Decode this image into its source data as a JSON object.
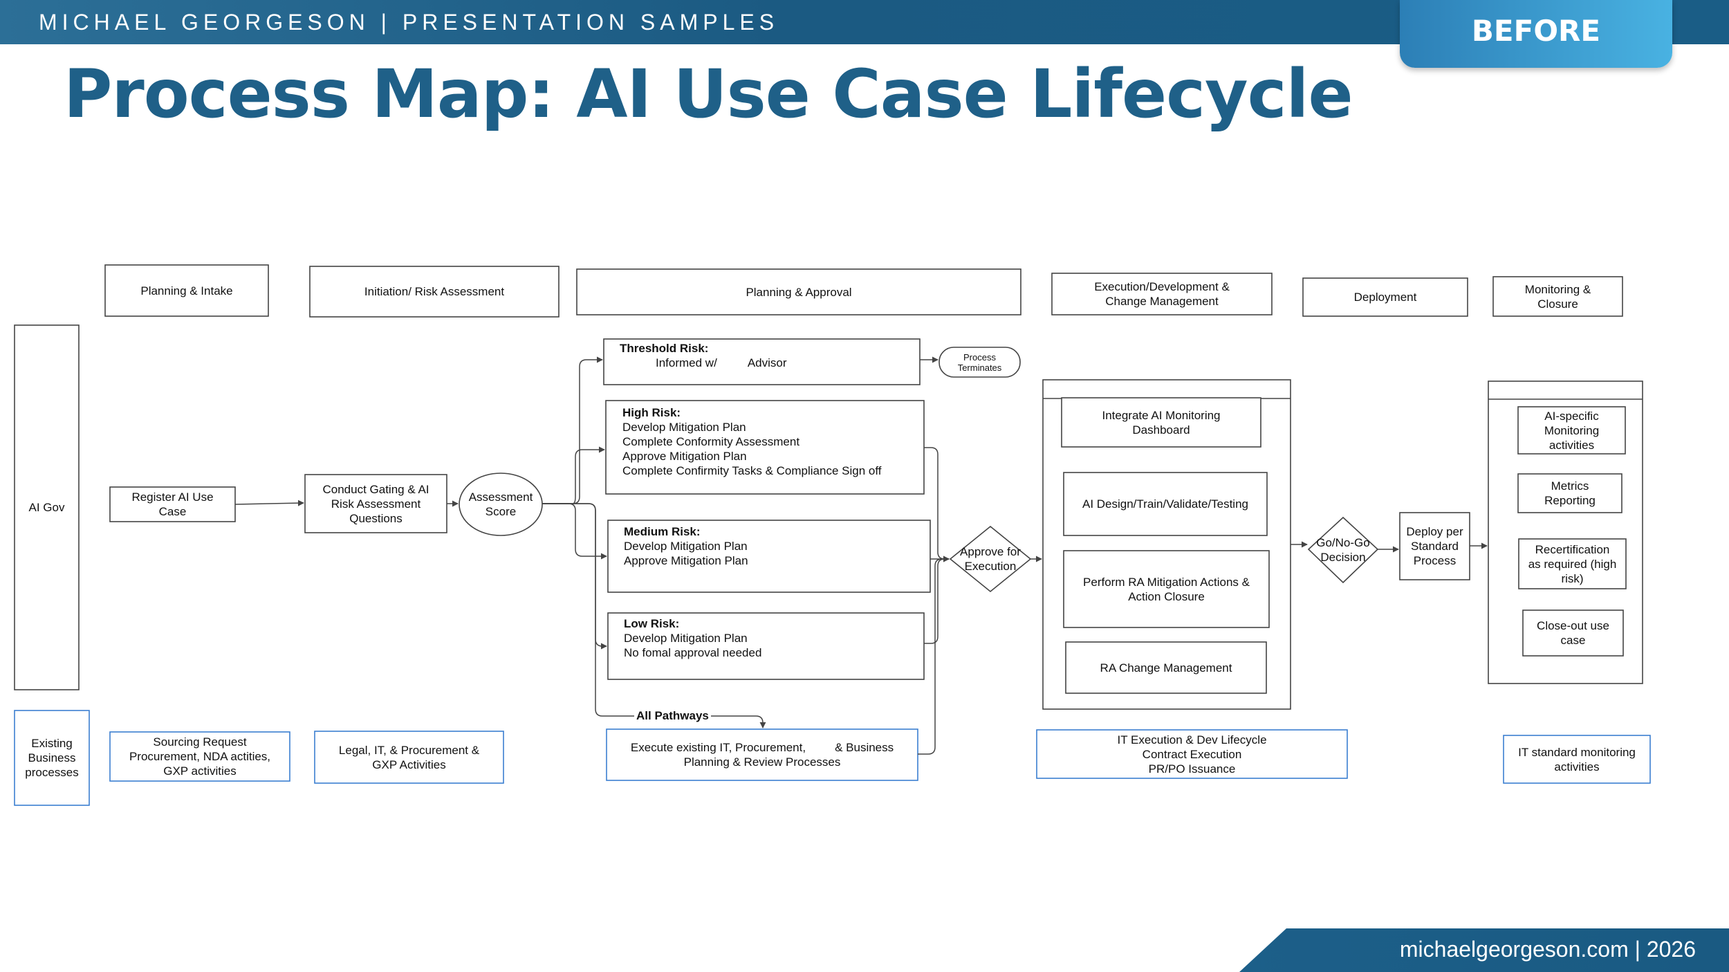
{
  "header": {
    "brand": "MICHAEL GEORGESON | PRESENTATION SAMPLES",
    "tag": "BEFORE",
    "title": "Process Map: AI Use Case Lifecycle"
  },
  "footer": {
    "text": "michaelgeorgeson.com |  2026"
  },
  "colors": {
    "brand_blue": "#1f6088",
    "tab_blue": "#49b2e2",
    "box_border": "#333333",
    "support_border": "#3b7fd0"
  },
  "phases": {
    "planning_intake": "Planning & Intake",
    "initiation": "Initiation/ Risk Assessment",
    "planning_approval": "Planning & Approval",
    "execution": [
      "Execution/Development &",
      "Change Management"
    ],
    "deployment": "Deployment",
    "monitoring": [
      "Monitoring &",
      "Closure"
    ]
  },
  "lanes": {
    "ai_gov": "AI Gov",
    "existing": [
      "Existing",
      "Business",
      "processes"
    ]
  },
  "steps": {
    "register": [
      "Register AI Use",
      "Case"
    ],
    "conduct": [
      "Conduct Gating & AI",
      "Risk Assessment",
      "Questions"
    ],
    "score": [
      "Assessment",
      "Score"
    ],
    "process_terminates": [
      "Process",
      "Terminates"
    ],
    "approve_execution": [
      "Approve for",
      "Execution"
    ],
    "go_no_go": [
      "Go/No-Go",
      "Decision"
    ],
    "deploy": [
      "Deploy per",
      "Standard",
      "Process"
    ],
    "all_pathways": "All Pathways"
  },
  "risk": {
    "threshold": {
      "title": "Threshold Risk:",
      "line": "Informed  w/",
      "line2": "Advisor"
    },
    "high": {
      "title": "High Risk:",
      "lines": [
        "Develop Mitigation Plan",
        "Complete Conformity Assessment",
        "Approve Mitigation Plan",
        "Complete Confirmity Tasks & Compliance Sign off"
      ]
    },
    "medium": {
      "title": "Medium Risk:",
      "lines": [
        "Develop Mitigation Plan",
        "Approve Mitigation Plan"
      ]
    },
    "low": {
      "title": "Low Risk:",
      "lines": [
        "Develop Mitigation Plan",
        "No fomal approval needed"
      ]
    }
  },
  "execution_items": {
    "monitoring_dashboard": [
      "Integrate AI Monitoring",
      "Dashboard"
    ],
    "design": "AI Design/Train/Validate/Testing",
    "mitigation": [
      "Perform RA Mitigation Actions &",
      "Action Closure"
    ],
    "change": "RA Change Management"
  },
  "monitoring_items": {
    "ai_monitoring": [
      "AI-specific",
      "Monitoring",
      "activities"
    ],
    "metrics": [
      "Metrics",
      "Reporting"
    ],
    "recert": [
      "Recertification",
      "as required (high",
      "risk)"
    ],
    "closeout": [
      "Close-out use",
      "case"
    ]
  },
  "support": {
    "sourcing": [
      "Sourcing Request",
      "Procurement, NDA actities,",
      "GXP activities"
    ],
    "legal": [
      "Legal, IT, & Procurement &",
      "GXP Activities"
    ],
    "execute_existing": [
      "Execute existing IT, Procurement,",
      "& Business",
      "Planning & Review Processes"
    ],
    "it_execution": [
      "IT Execution & Dev Lifecycle",
      "Contract Execution",
      "PR/PO Issuance"
    ],
    "it_monitoring": [
      "IT standard monitoring",
      "activities"
    ]
  }
}
